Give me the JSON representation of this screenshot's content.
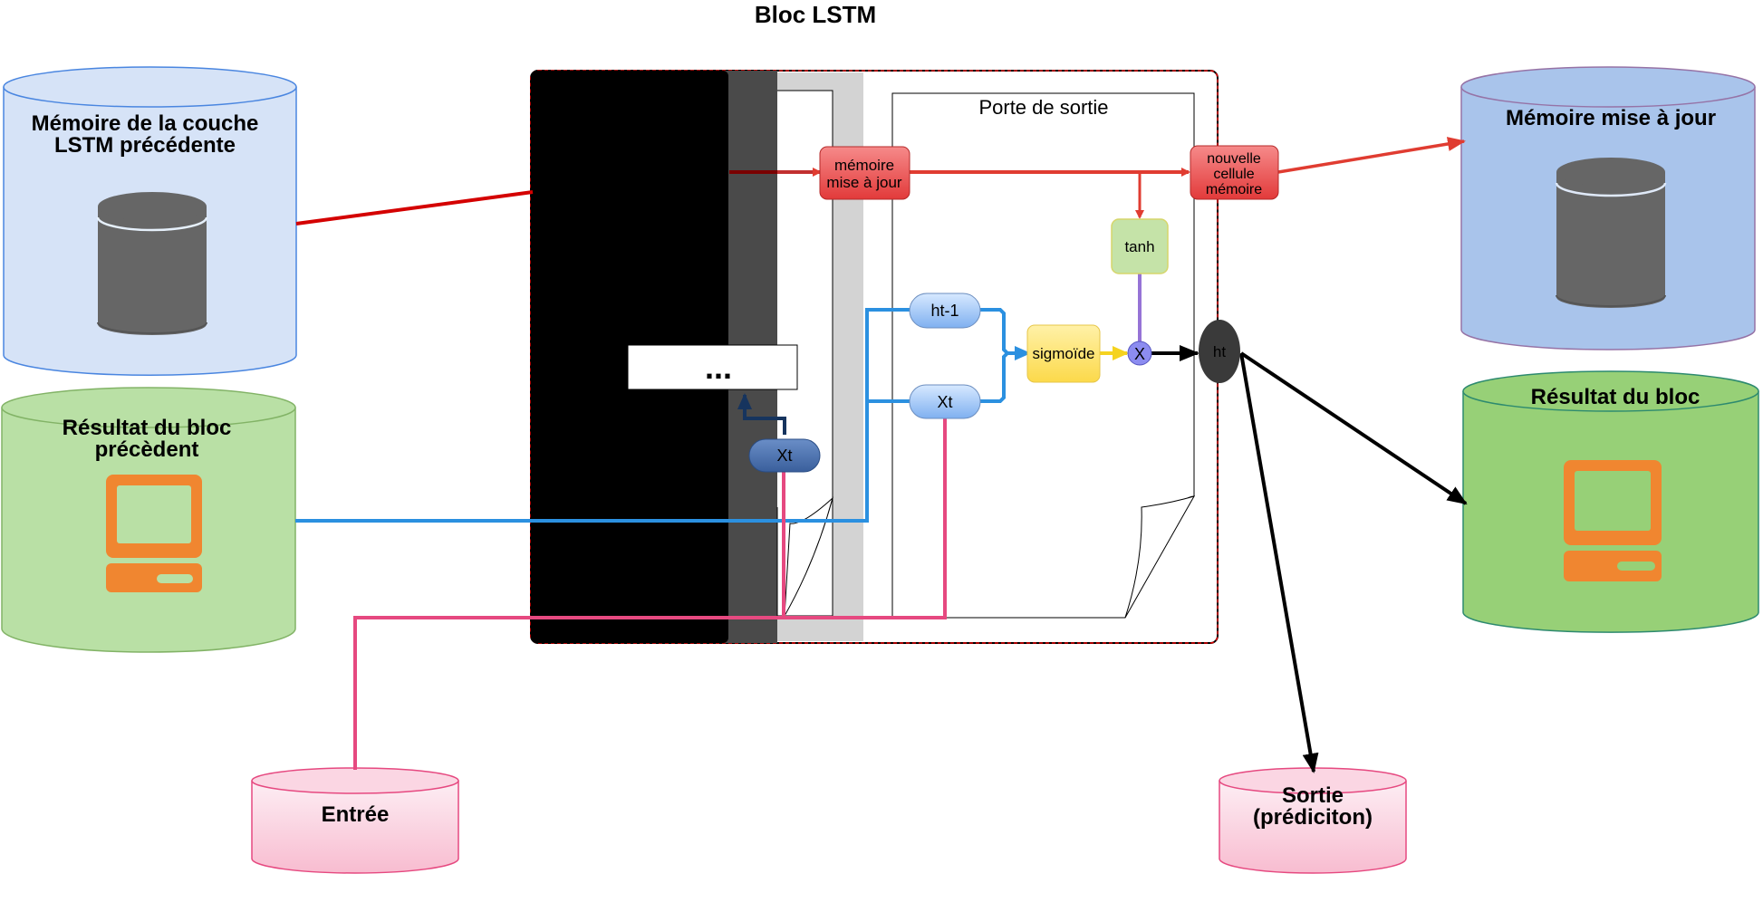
{
  "title": "Bloc LSTM",
  "inputs": {
    "prev_memory": {
      "line1": "Mémoire de la couche",
      "line2": "LSTM précédente"
    },
    "prev_result": {
      "line1": "Résultat du bloc",
      "line2": "précèdent"
    },
    "entry": "Entrée"
  },
  "outputs": {
    "updated_memory": "Mémoire mise à jour",
    "block_result": "Résultat du bloc",
    "prediction": {
      "line1": "Sortie",
      "line2": "(prédiciton)"
    }
  },
  "block": {
    "ellipsis": "...",
    "gate_title": "Porte de sortie",
    "memory_update": {
      "line1": "mémoire",
      "line2": "mise à jour"
    },
    "new_cell": {
      "line1": "nouvelle",
      "line2": "cellule",
      "line3": "mémoire"
    },
    "tanh": "tanh",
    "ht_prev": "ht-1",
    "xt": "Xt",
    "xt_back": "Xt",
    "sigmoid": "sigmoïde",
    "multiply": "X",
    "ht": "ht"
  },
  "colors": {
    "memory_line": "#e03c31",
    "prev_memory_line": "#d40000",
    "blue_line": "#2b90e0",
    "pink_line": "#e64980",
    "yellow_line": "#f5d31f",
    "purple_line": "#9673d6",
    "output_line": "#000000"
  }
}
